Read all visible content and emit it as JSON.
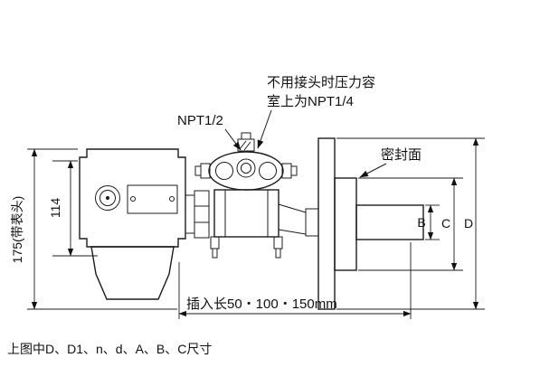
{
  "diagram": {
    "callout": {
      "line1": "不用接头时压力容",
      "line2": "室上为NPT1/4"
    },
    "npt_label": "NPT1/2",
    "seal_face_label": "密封面",
    "dims": {
      "overall_height": "175(带表头)",
      "housing_height": "114",
      "b": "B",
      "c": "C",
      "d": "D",
      "insert_length": "插入长50・100・150mm"
    },
    "caption": "上图中D、D1、n、d、A、B、C尺寸"
  },
  "colors": {
    "line": "#1c1c1c",
    "background": "#ffffff"
  }
}
